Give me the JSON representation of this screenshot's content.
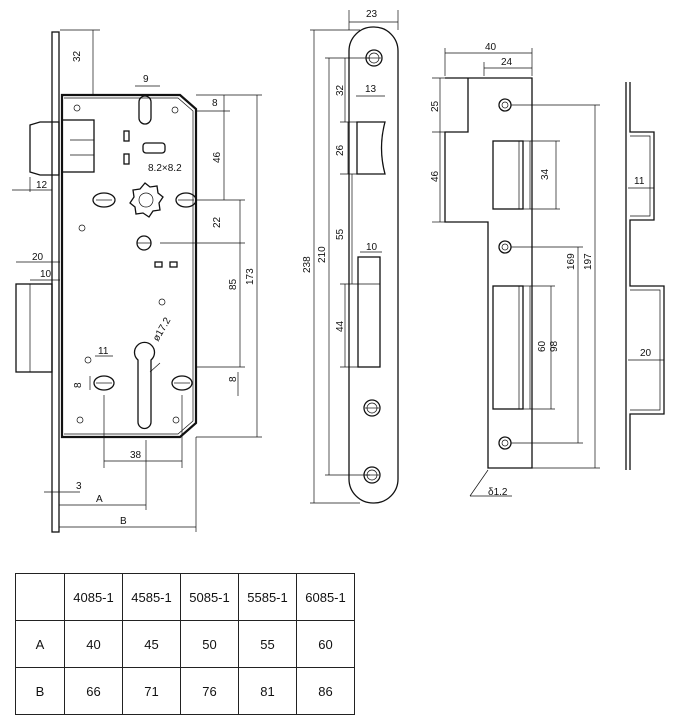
{
  "dimensions": {
    "lock_body": {
      "top_offset": "32",
      "forend_width": "9",
      "backset_small": "8",
      "follower_to_handle": "46",
      "handle_square": "8.2×8.2",
      "handle_to_aux": "22",
      "handle_to_cylinder": "85",
      "overall_height": "173",
      "latch_projection": "12",
      "bolt_depth": "20",
      "bolt_thickness": "10",
      "cylinder_diameter": "ø17.2",
      "screw_offset": "11",
      "lower_screw_vertical": "8",
      "lower_screw_right": "8",
      "screw_spacing": "38",
      "forend_thickness": "3",
      "label_a": "A",
      "label_b": "B"
    },
    "faceplate": {
      "width": "23",
      "top_to_cutout": "32",
      "latch_cutout_width": "13",
      "latch_cutout_height": "26",
      "overall_length": "238",
      "screw_pitch": "210",
      "cutout_spacing": "55",
      "bolt_cutout_width": "10",
      "bolt_cutout_height": "44"
    },
    "strike": {
      "width": "40",
      "inner_width": "24",
      "lip_height": "25",
      "lip_to_opening": "46",
      "latch_opening": "34",
      "screw_spacing_lower": "169",
      "overall_length": "197",
      "bolt_opening": "60",
      "bolt_opening_span": "98",
      "thickness": "δ1.2"
    },
    "strike_profile": {
      "latch_box_depth": "11",
      "bolt_box_depth": "20"
    }
  },
  "table": {
    "header": [
      "",
      "4085-1",
      "4585-1",
      "5085-1",
      "5585-1",
      "6085-1"
    ],
    "rows": [
      {
        "label": "A",
        "values": [
          "40",
          "45",
          "50",
          "55",
          "60"
        ]
      },
      {
        "label": "B",
        "values": [
          "66",
          "71",
          "76",
          "81",
          "86"
        ]
      }
    ]
  }
}
